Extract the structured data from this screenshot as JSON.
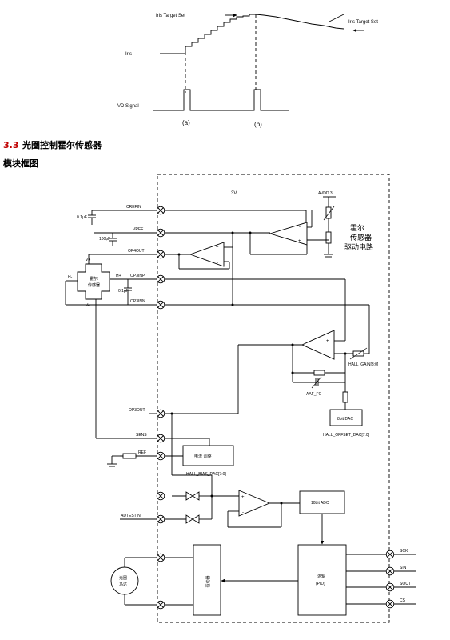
{
  "timing": {
    "iris_target_set_left": "Iris Target Set",
    "iris_target_set_right": "Iris Target Set",
    "iris_label": "Iris",
    "vd_signal_label": "VD Signal",
    "marker_a": "(a)",
    "marker_b": "(b)"
  },
  "section": {
    "number": "3.3",
    "title": "光圈控制霍尔传感器",
    "subtitle": "模块框图"
  },
  "block": {
    "supply_3v": "3V",
    "avdd": "AVDD 3",
    "hall_driver_title_1": "霍尔",
    "hall_driver_title_2": "传感器",
    "hall_driver_title_3": "驱动电路",
    "hall_sensor_1": "霍尔",
    "hall_sensor_2": "传感器",
    "cap_01uf_top": "0.1μF",
    "cap_100pf": "100pF",
    "cap_01uf_bottom": "0.1μF",
    "h_minus": "H-",
    "h_plus": "H+",
    "v_plus": "V+",
    "v_minus": "V-",
    "hall_gain": "HALL_GAIN[3:0]",
    "aaf_fc": "AAF_FC",
    "dac_8bit": "8bit DAC",
    "hall_offset_dac": "HALL_OFFSET_DAC[7:0]",
    "current_adjust": "电流 调整",
    "hall_bias_dac": "HALL_BIAS_DAC[7:0]",
    "adc_10bit": "10bit ADC",
    "driver": "驱动器",
    "logic_1": "逻辑",
    "logic_2": "(PID)",
    "motor_1": "光圈",
    "motor_2": "马达",
    "pins": {
      "crefin": "CREFIN",
      "vref": "VREF",
      "op4out": "OP4OUT",
      "op3inp": "OP3INP",
      "op3inn": "OP3INN",
      "op3out": "OP3OUT",
      "sens": "SENS",
      "ref": "REF",
      "adtestin": "ADTESTIN",
      "sck": "SCK",
      "sin": "SIN",
      "sout": "SOUT",
      "cs": "CS"
    }
  }
}
